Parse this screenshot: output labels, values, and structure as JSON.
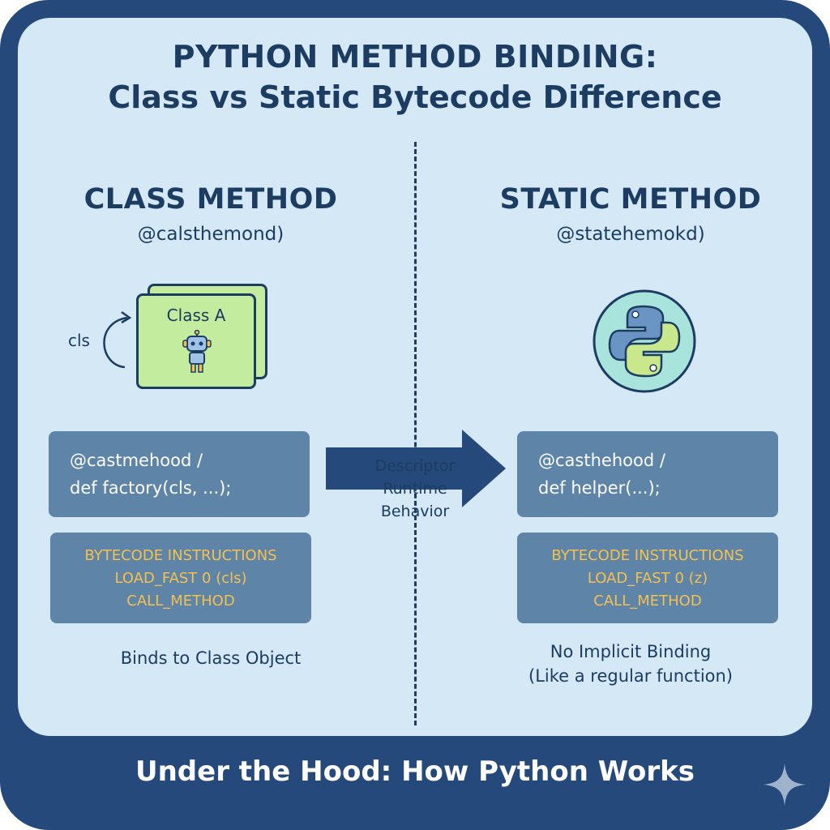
{
  "title": {
    "line1": "PYTHON METHOD BINDING:",
    "line2": "Class vs Static Bytecode Difference"
  },
  "class_method": {
    "heading": "CLASS METHOD",
    "decorator": "@calsthemond)",
    "card_label": "Class A",
    "cls_label": "cls",
    "code_line1": "@castmehood /",
    "code_line2": "def factory(cls, ...);",
    "bytecode_title": "BYTECODE INSTRUCTIONS",
    "bytecode_line1": "LOAD_FAST 0 (cls)",
    "bytecode_line2": "CALL_METHOD",
    "note": "Binds to Class Object"
  },
  "static_method": {
    "heading": "STATIC METHOD",
    "decorator": "@statehemokd)",
    "code_line1": "@casthehood /",
    "code_line2": "def helper(...);",
    "bytecode_title": "BYTECODE INSTRUCTIONS",
    "bytecode_line1": "LOAD_FAST 0 (z)",
    "bytecode_line2": "CALL_METHOD",
    "note_line1": "No Implicit Binding",
    "note_line2": "(Like a regular function)"
  },
  "arrow": {
    "line1": "Descriptor",
    "line2": "Runtime",
    "line3": "Behavior"
  },
  "footer": "Under the Hood: How Python Works",
  "colors": {
    "frame": "#24497a",
    "panel": "#d4e8f6",
    "text_dark": "#1d3c62",
    "code_box": "#5e84a8",
    "bytecode_text": "#f4c14f",
    "class_card": "#c4ec9e"
  },
  "icons": [
    "robot-icon",
    "python-logo-icon",
    "curved-arrow-icon",
    "right-arrow-icon",
    "sparkle-icon"
  ]
}
